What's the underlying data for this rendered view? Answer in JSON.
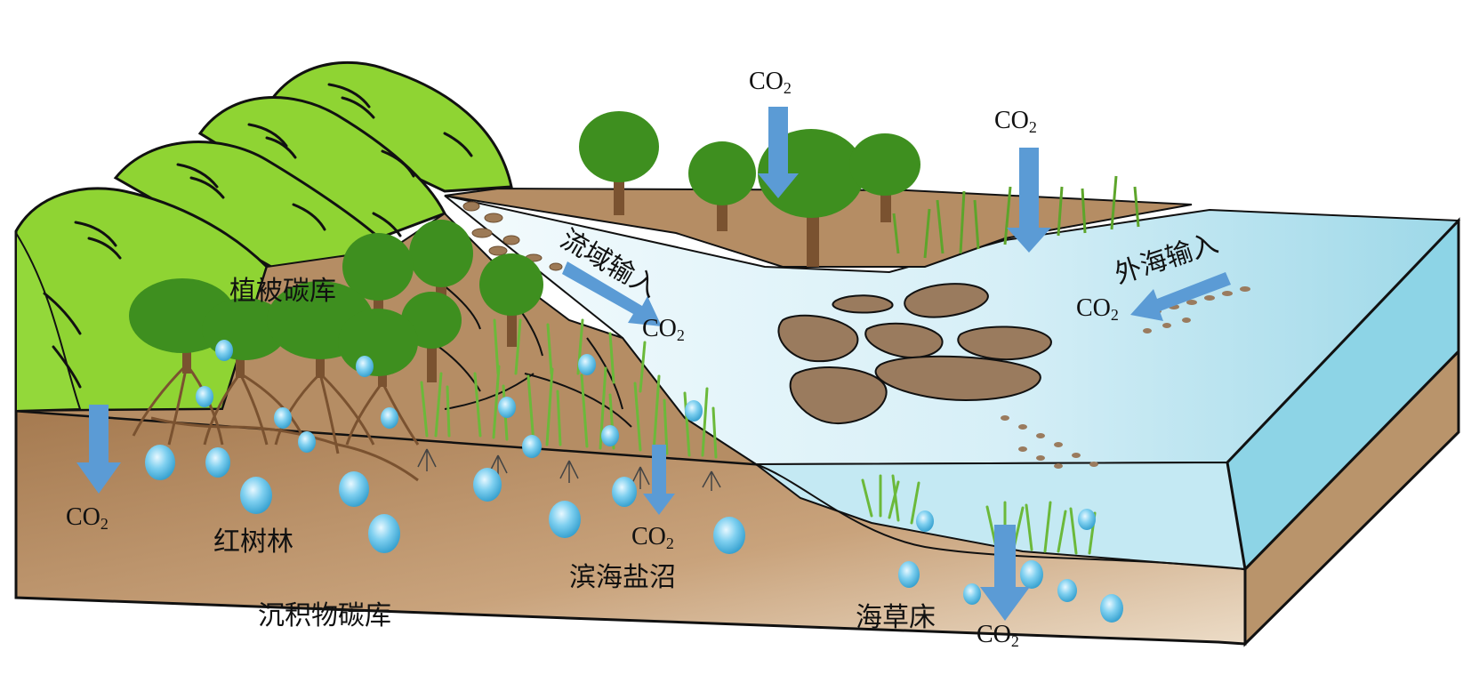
{
  "labels": {
    "vegetation_pool": "植被碳库",
    "mangrove": "红树林",
    "sediment_pool": "沉积物碳库",
    "salt_marsh": "滨海盐沼",
    "seagrass": "海草床",
    "basin_input": "流域输入",
    "offshore_input": "外海输入"
  },
  "co2": {
    "base": "CO",
    "sub": "2"
  },
  "colors": {
    "hill_green": "#8fd433",
    "tree_green": "#3e8f1f",
    "soil_brown": "#b58d64",
    "soil_light": "#e6d3bd",
    "water_light": "#e9f6fb",
    "water_deep": "#a6dcea",
    "arrow_blue": "#5b9bd5",
    "bubble_blue": "#59bde6",
    "outline": "#111111"
  }
}
